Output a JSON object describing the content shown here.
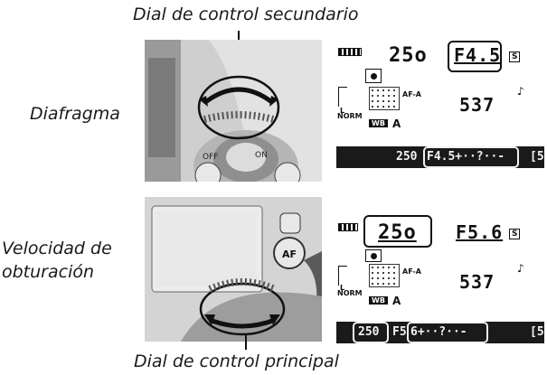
{
  "top_caption": "Dial de control secundario",
  "bottom_caption": "Dial de control principal",
  "row1_label": "Diafragma",
  "row2_label": [
    "Velocidad de",
    "obturación"
  ],
  "panel1": {
    "shutter": "25o",
    "aperture": "F4.5",
    "mode": "S",
    "af_mode": "AF-A",
    "remaining": "537",
    "quality": "NORM",
    "wb": "WB",
    "wb_setting": "A",
    "size": "L"
  },
  "viewfinder1": {
    "shutter": "250",
    "aperture_block": "F4.5+··?··-",
    "remaining": "[5"
  },
  "panel2": {
    "shutter": "25o",
    "aperture": "F5.6",
    "mode": "S",
    "af_mode": "AF-A",
    "remaining": "537",
    "quality": "NORM",
    "wb": "WB",
    "wb_setting": "A",
    "size": "L"
  },
  "viewfinder2": {
    "shutter": "250",
    "aperture": "F5",
    "exposure_block": "6+··?··-",
    "remaining": "[5"
  },
  "colors": {
    "background": "#ffffff",
    "viewfinder_bar": "#1a1a1a",
    "photo_gray": "#c9c9c9"
  }
}
